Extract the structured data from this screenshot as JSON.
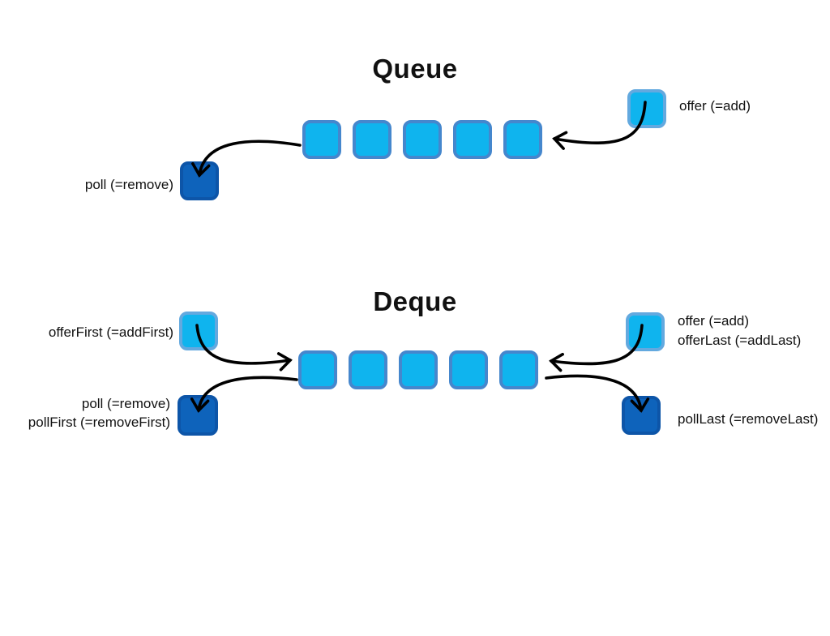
{
  "colors": {
    "background": "#FFFFFF",
    "cell_fill": "#0FB4EE",
    "cell_border": "#4587CD",
    "endpoint_light_border": "#63A9DF",
    "endpoint_dark_fill": "#0E63BB",
    "endpoint_dark_border": "#0D55A8",
    "arrow": "#000000",
    "text": "#111111"
  },
  "queue": {
    "title": "Queue",
    "cell_count": 5,
    "offer_label": "offer (=add)",
    "poll_label": "poll (=remove)"
  },
  "deque": {
    "title": "Deque",
    "cell_count": 5,
    "offer_first_label": "offerFirst (=addFirst)",
    "poll_label_line1": "poll (=remove)",
    "poll_label_line2": "pollFirst (=removeFirst)",
    "offer_label_line1": "offer (=add)",
    "offer_label_line2": "offerLast (=addLast)",
    "poll_last_label": "pollLast (=removeLast)"
  }
}
